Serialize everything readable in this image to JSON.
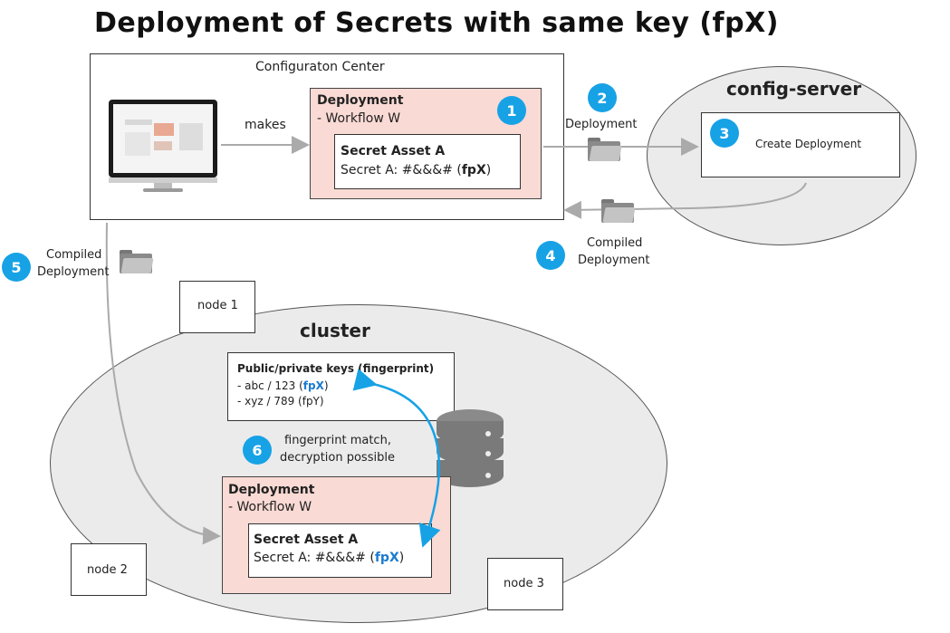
{
  "title": "Deployment of Secrets with same key (fpX)",
  "config_center": {
    "label": "Configuraton Center",
    "makes_label": "makes",
    "deployment": {
      "heading": "Deployment",
      "workflow": "-   Workflow W",
      "secret_heading": "Secret Asset A",
      "secret_value_prefix": "Secret A: #&&&# (",
      "secret_fp": "fpX",
      "secret_value_suffix": ")"
    }
  },
  "config_server": {
    "label": "config-server",
    "create_label": "Create Deployment"
  },
  "arrows": {
    "deployment_label": "Deployment",
    "compiled_line1": "Compiled",
    "compiled_line2": "Deployment",
    "compiled5_line1": "Compiled",
    "compiled5_line2": "Deployment"
  },
  "badges": {
    "b1": "1",
    "b2": "2",
    "b3": "3",
    "b4": "4",
    "b5": "5",
    "b6": "6"
  },
  "cluster": {
    "label": "cluster",
    "nodes": {
      "node1": "node 1",
      "node2": "node 2",
      "node3": "node 3"
    },
    "keys": {
      "heading": "Public/private keys (fingerprint)",
      "row1_prefix": "-    abc / 123 (",
      "row1_fp": "fpX",
      "row1_suffix": ")",
      "row2": "-    xyz / 789 (fpY)"
    },
    "match_line1": "fingerprint match,",
    "match_line2": "decryption possible",
    "deployment": {
      "heading": "Deployment",
      "workflow": "-   Workflow W",
      "secret_heading": "Secret Asset A",
      "secret_value_prefix": "Secret A: #&&&# (",
      "secret_fp": "fpX",
      "secret_value_suffix": ")"
    }
  },
  "colors": {
    "accent": "#17a2e6",
    "pink": "#fadad4",
    "fingerprint": "#1a7bd0"
  }
}
